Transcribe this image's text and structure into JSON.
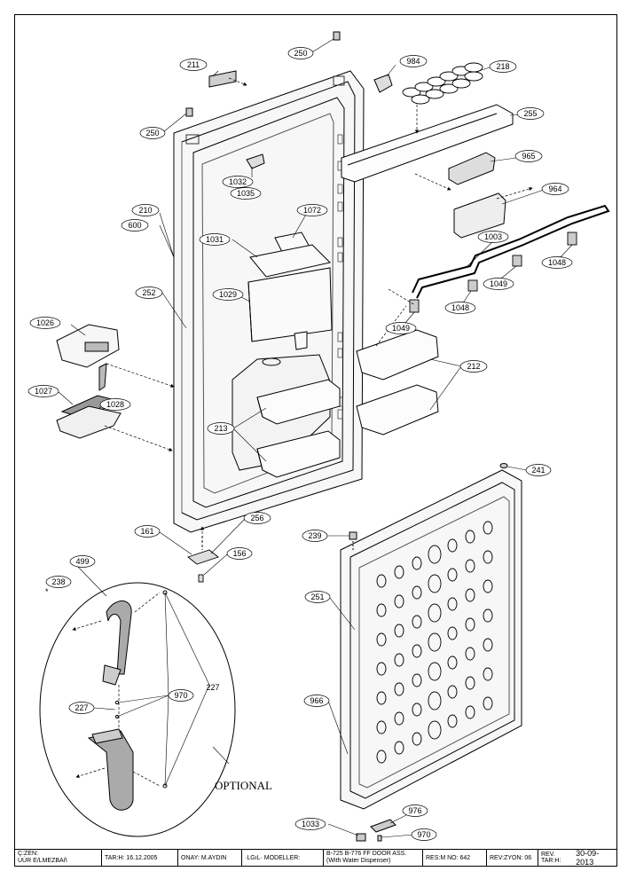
{
  "labels": {
    "l211": "211",
    "l250a": "250",
    "l984": "984",
    "l218": "218",
    "l250b": "250",
    "l255": "255",
    "l1032": "1032",
    "l1035": "1035",
    "l965": "965",
    "l964": "964",
    "l210": "210",
    "l600": "600",
    "l1072": "1072",
    "l1031": "1031",
    "l1003": "1003",
    "l1048a": "1048",
    "l252": "252",
    "l1049a": "1049",
    "l1029": "1029",
    "l1048b": "1048",
    "l1026": "1026",
    "l1049b": "1049",
    "l212": "212",
    "l1027": "1027",
    "l1028": "1028",
    "l213": "213",
    "l241": "241",
    "l161": "161",
    "l256": "256",
    "l239": "239",
    "l156": "156",
    "l499": "499",
    "l238": "238",
    "l251": "251",
    "l227a": "227",
    "l970a": "970",
    "l227b": "227",
    "l966": "966",
    "l976": "976",
    "l1033": "1033",
    "l970b": "970"
  },
  "optional_text": "OPTIONAL",
  "asterisk": "*",
  "title_block": {
    "drawn_label": "Ç:ZEN:",
    "drawn_name": "UÚR E/LMEZBAñ",
    "date": "TAR:H: 16.12.2005",
    "approved": "ONAY:   M.AYDIN",
    "models_label": "·LGıL· MODELLER:",
    "model_line1": "B-725 B-776 FF DOOR ASS.",
    "model_line2": "(With Water Dispenser)",
    "drawing_no": "RES:M NO: 642",
    "revision": "REV:ZYON: 06",
    "rev_date_label": "REV. TAR:H:",
    "rev_date": "30-09-2013"
  }
}
